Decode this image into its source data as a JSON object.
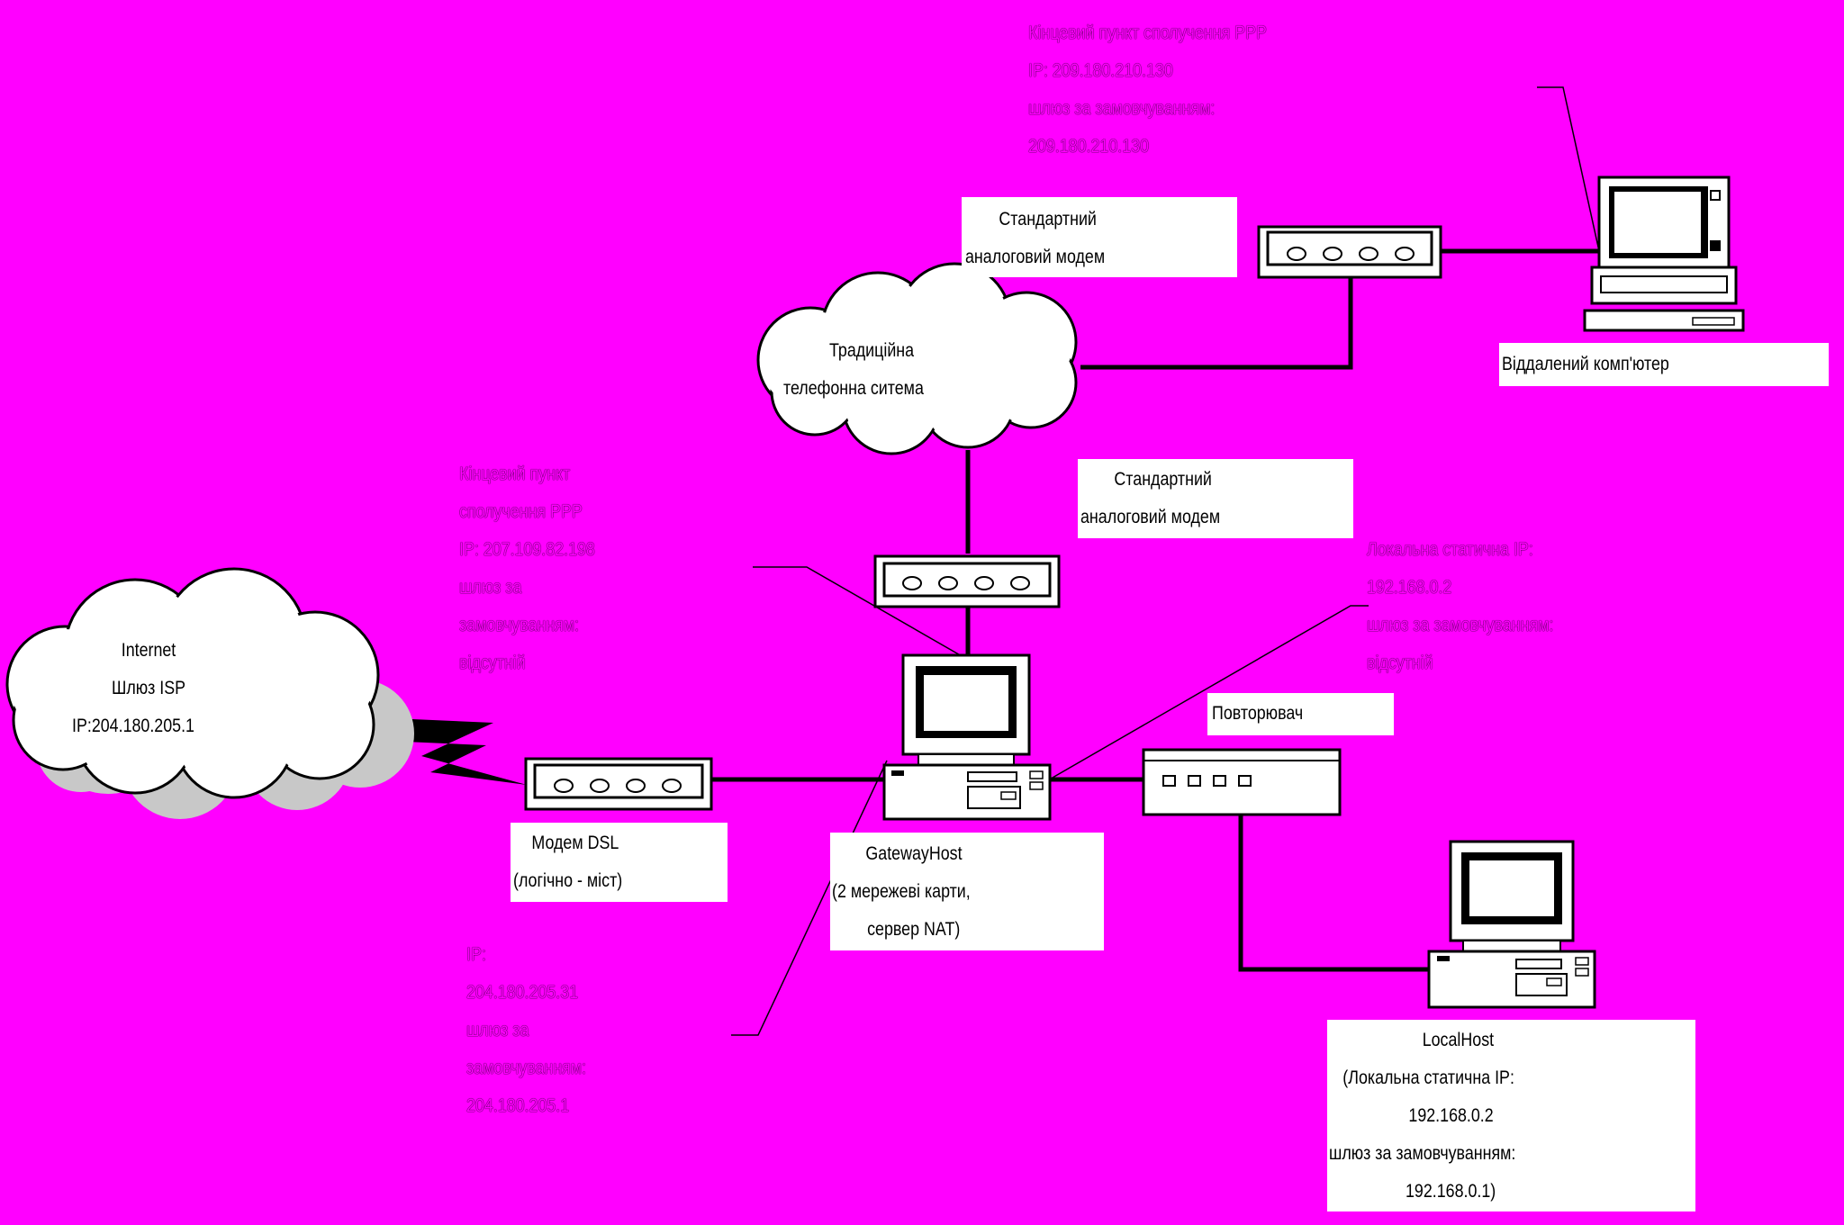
{
  "ppp_remote": [
    "Кінцевий пункт сполучення PPP",
    "IP: 209.180.210.130",
    "шлюз за замовчуванням:",
    "209.180.210.130"
  ],
  "modem_top_label": [
    "Стандартний",
    "аналоговий модем"
  ],
  "remote_computer_label": "Віддалений комп'ютер",
  "phone_cloud": [
    "Традиційна",
    "телефонна ситема"
  ],
  "modem_mid_label": [
    "Стандартний",
    "аналоговий модем"
  ],
  "ppp_local": [
    "Кінцевий пункт",
    "сполучення PPP",
    "IP: 207.109.82.198",
    "шлюз за",
    "замовчуванням:",
    "відсутній"
  ],
  "local_static": [
    "Локальна статична IP:",
    "192.168.0.2",
    "шлюз за замовчуванням:",
    "відсутній"
  ],
  "internet_cloud": [
    "Internet",
    "Шлюз ISP",
    "IP:204.180.205.1"
  ],
  "repeater_label": "Повторювач",
  "dsl_label": [
    "Модем DSL",
    "(логічно - міст)"
  ],
  "gateway_label": [
    "GatewayHost",
    "(2 мережеві карти,",
    "сервер NAT)"
  ],
  "dsl_ip": [
    "IP:",
    "204.180.205.31",
    "шлюз за",
    "замовчуванням:",
    "204.180.205.1"
  ],
  "localhost_label": [
    "LocalHost",
    "(Локальна статична IP:",
    "192.168.0.2",
    "шлюз за замовчуванням:",
    "192.168.0.1)"
  ]
}
